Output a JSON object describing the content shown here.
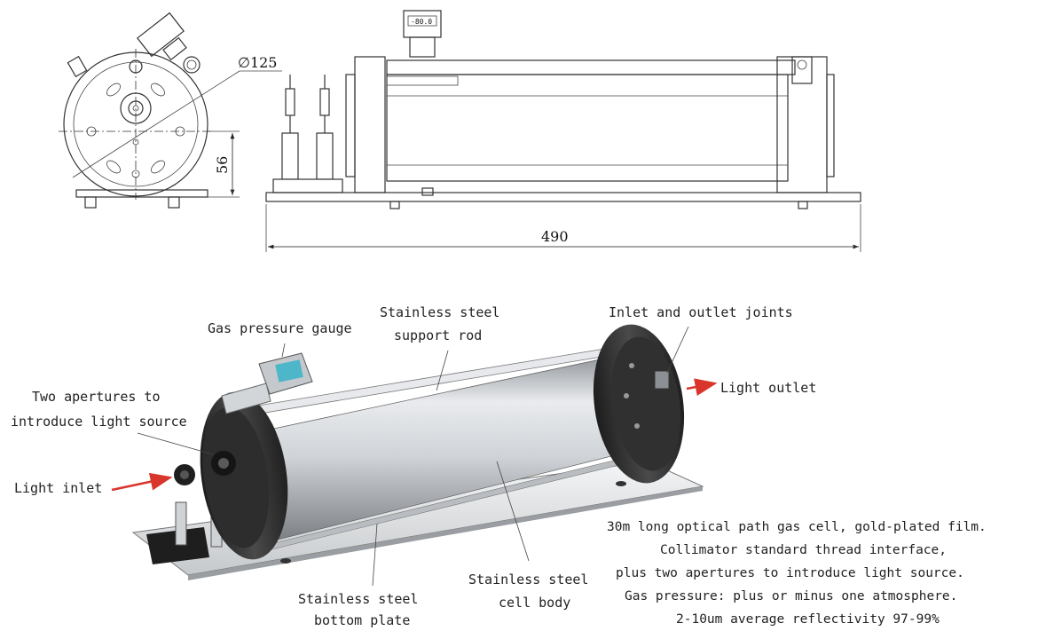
{
  "drawing": {
    "diameter": "∅125",
    "height_dim": "56",
    "length_dim": "490",
    "gauge_readout": "-80.0"
  },
  "labels": {
    "gas_pressure_gauge": "Gas pressure gauge",
    "support_rod": [
      "Stainless steel",
      "support rod"
    ],
    "inlet_outlet_joints": "Inlet and outlet joints",
    "light_outlet": "Light outlet",
    "two_apertures": [
      "Two apertures to",
      "introduce light source"
    ],
    "light_inlet": "Light inlet",
    "bottom_plate": [
      "Stainless steel",
      "bottom plate"
    ],
    "cell_body": [
      "Stainless steel",
      "cell body"
    ]
  },
  "specs": [
    "30m long optical path gas cell, gold-plated film.",
    "Collimator standard thread interface,",
    "plus two apertures to introduce light source.",
    "Gas pressure: plus or minus one atmosphere.",
    "2-10um average reflectivity 97-99%"
  ],
  "colors": {
    "arrow": "#d8352b",
    "metal": "#c9cdd2",
    "dark": "#2a2a2a"
  }
}
